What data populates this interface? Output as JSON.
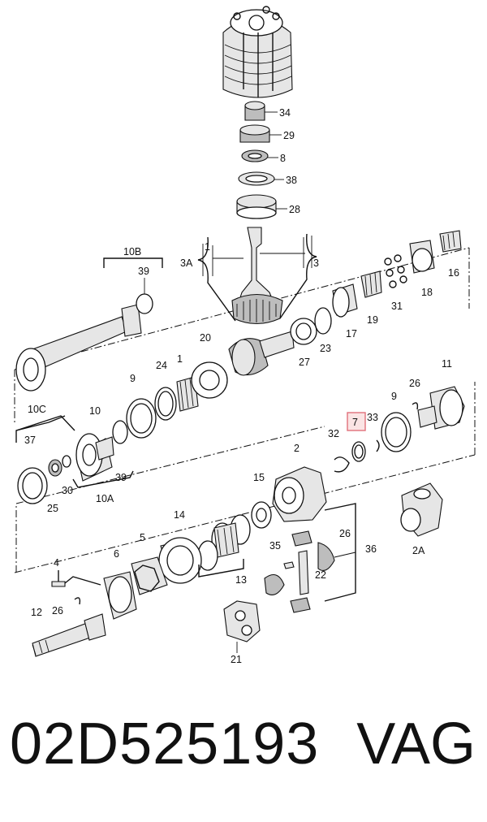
{
  "diagram": {
    "callouts": [
      "34",
      "29",
      "8",
      "38",
      "28",
      "3A",
      "1",
      "3",
      "10B",
      "39",
      "20",
      "27",
      "23",
      "17",
      "19",
      "31",
      "18",
      "16",
      "24",
      "1",
      "9",
      "10C",
      "10",
      "37",
      "39",
      "30",
      "25",
      "10A",
      "7",
      "33",
      "32",
      "9",
      "26",
      "11",
      "2",
      "2A",
      "15",
      "14",
      "6",
      "5",
      "13",
      "35",
      "22",
      "26",
      "36",
      "4",
      "26",
      "12",
      "21"
    ],
    "highlighted_callout": "7",
    "highlight_color": "#e0707a"
  },
  "footer": {
    "part_number": "02D525193",
    "brand": "VAG"
  }
}
